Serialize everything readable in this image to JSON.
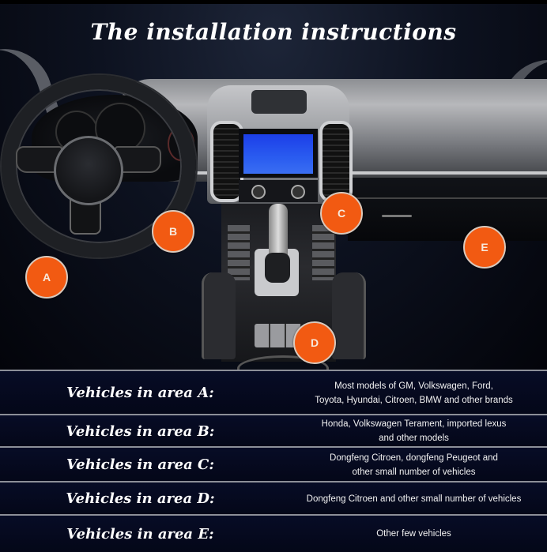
{
  "title": "The installation instructions",
  "image": {
    "description": "Car interior dashboard photo with orange area markers",
    "marker_color": "#f25a12",
    "markers": [
      {
        "id": "A",
        "label": "A"
      },
      {
        "id": "B",
        "label": "B"
      },
      {
        "id": "C",
        "label": "C"
      },
      {
        "id": "D",
        "label": "D"
      },
      {
        "id": "E",
        "label": "E"
      }
    ]
  },
  "table": {
    "rows": [
      {
        "area": "A",
        "label": "Vehicles in area A:",
        "lines": [
          "Most models of GM, Volkswagen, Ford,",
          "Toyota, Hyundai, Citroen, BMW and other brands"
        ]
      },
      {
        "area": "B",
        "label": "Vehicles in area B:",
        "lines": [
          "Honda, Volkswagen Terament, imported lexus",
          "and other models"
        ]
      },
      {
        "area": "C",
        "label": "Vehicles in area C:",
        "lines": [
          "Dongfeng Citroen, dongfeng Peugeot and",
          "other small number of vehicles"
        ]
      },
      {
        "area": "D",
        "label": "Vehicles in area D:",
        "lines": [
          "Dongfeng Citroen and other small number of vehicles"
        ]
      },
      {
        "area": "E",
        "label": "Vehicles in area E:",
        "lines": [
          "Other few vehicles"
        ]
      }
    ]
  }
}
